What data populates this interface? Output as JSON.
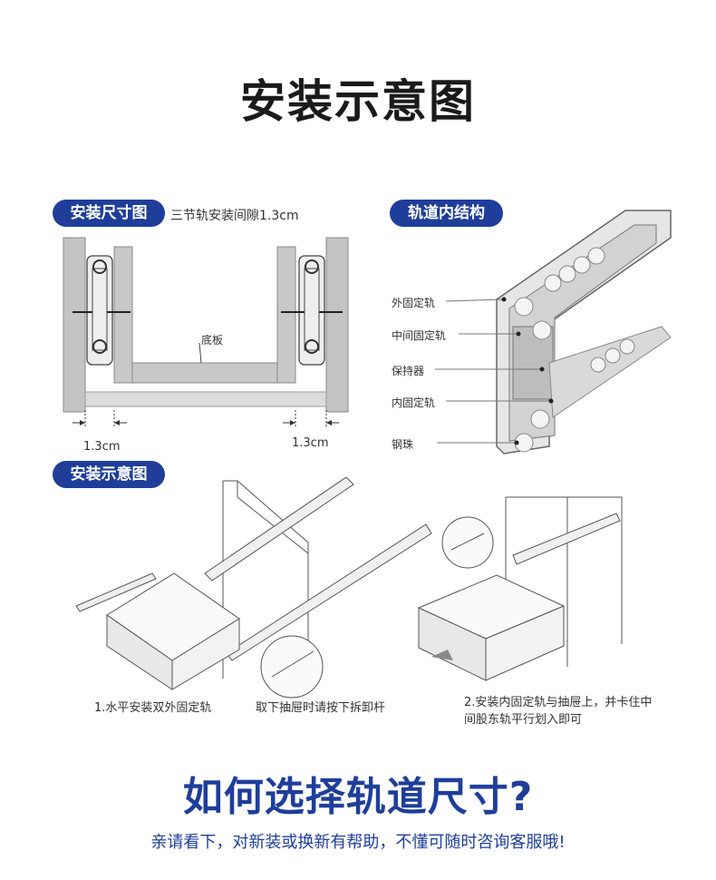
{
  "page_title": "安装示意图",
  "sections": {
    "size": {
      "label": "安装尺寸图",
      "note": "三节轨安装间隙1.3cm",
      "board_label": "底板",
      "gap_left": "1.3cm",
      "gap_right": "1.3cm"
    },
    "structure": {
      "label": "轨道内结构",
      "parts": [
        "外固定轨",
        "中间固定轨",
        "保持器",
        "内固定轨",
        "钢珠"
      ]
    },
    "install": {
      "label": "安装示意图",
      "step1": "1.水平安装双外固定轨",
      "remove": "取下抽屉时请按下拆卸杆",
      "step2_line1": "2.安装内固定轨与抽屉上，并卡住中",
      "step2_line2": "间股东轨平行划入即可"
    }
  },
  "footer": {
    "headline": "如何选择轨道尺寸?",
    "subline": "亲请看下，对新装或换新有帮助，不懂可随时咨询客服哦!"
  },
  "colors": {
    "accent": "#1f3e9a",
    "panel": "#c4c4c4",
    "line": "#555555"
  }
}
